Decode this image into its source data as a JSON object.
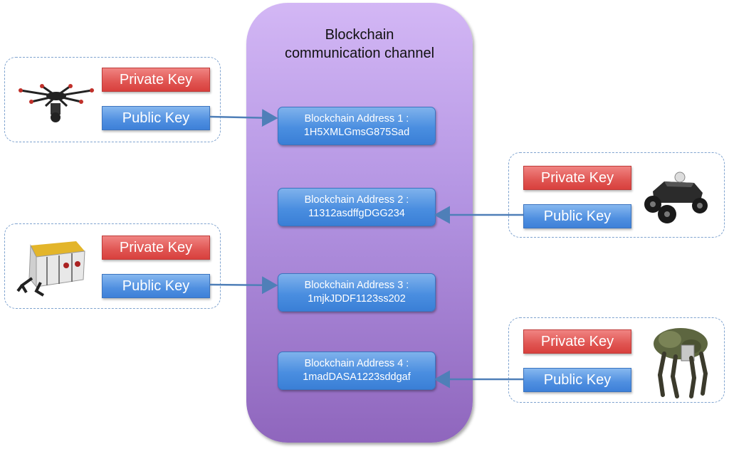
{
  "channel": {
    "title_line1": "Blockchain",
    "title_line2": "communication channel",
    "addresses": [
      {
        "label": "Blockchain Address 1 :",
        "value": "1H5XMLGmsG875Sad"
      },
      {
        "label": "Blockchain Address 2 :",
        "value": "11312asdffgDGG234"
      },
      {
        "label": "Blockchain Address 3 :",
        "value": "1mjkJDDF1123ss202"
      },
      {
        "label": "Blockchain Address 4 :",
        "value": "1madDASA1223sddgaf"
      }
    ]
  },
  "devices": [
    {
      "name": "drone",
      "private_key": "Private Key",
      "public_key": "Public Key",
      "links_to": "Blockchain Address 1"
    },
    {
      "name": "rover",
      "private_key": "Private Key",
      "public_key": "Public Key",
      "links_to": "Blockchain Address 2"
    },
    {
      "name": "underwater-rov",
      "private_key": "Private Key",
      "public_key": "Public Key",
      "links_to": "Blockchain Address 3"
    },
    {
      "name": "legged-robot",
      "private_key": "Private Key",
      "public_key": "Public Key",
      "links_to": "Blockchain Address 4"
    }
  ],
  "colors": {
    "channel": "#b394e2",
    "address_box": "#4a8ee0",
    "private_key": "#e05552",
    "public_key": "#4f8fe0",
    "arrow": "#4f7fb8"
  }
}
